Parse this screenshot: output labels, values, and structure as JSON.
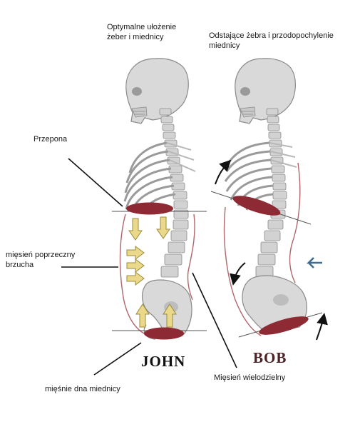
{
  "labels": {
    "optimal": "Optymalne ułożenie\nżeber i miednicy",
    "flared": "Odstające żebra i przodopochylenie\nmiednicy",
    "diaphragm": "Przepona",
    "transverse": "mięsień poprzeczny\nbrzucha",
    "pelvic_floor": "mięśnie dna miednicy",
    "multifidus": "Mięsień wielodzielny"
  },
  "figures": {
    "left_name": "JOHN",
    "right_name": "BOB"
  },
  "colors": {
    "bone": "#d9d9d9",
    "bone_outline": "#8a8a8a",
    "muscle": "#8e2a33",
    "muscle_line": "#b0666b",
    "arrow_fill": "#ead98a",
    "arrow_stroke": "#9c8a3c",
    "blue_arrow": "#3f6d8f",
    "john_text": "#111111",
    "bob_text": "#4a2228"
  }
}
